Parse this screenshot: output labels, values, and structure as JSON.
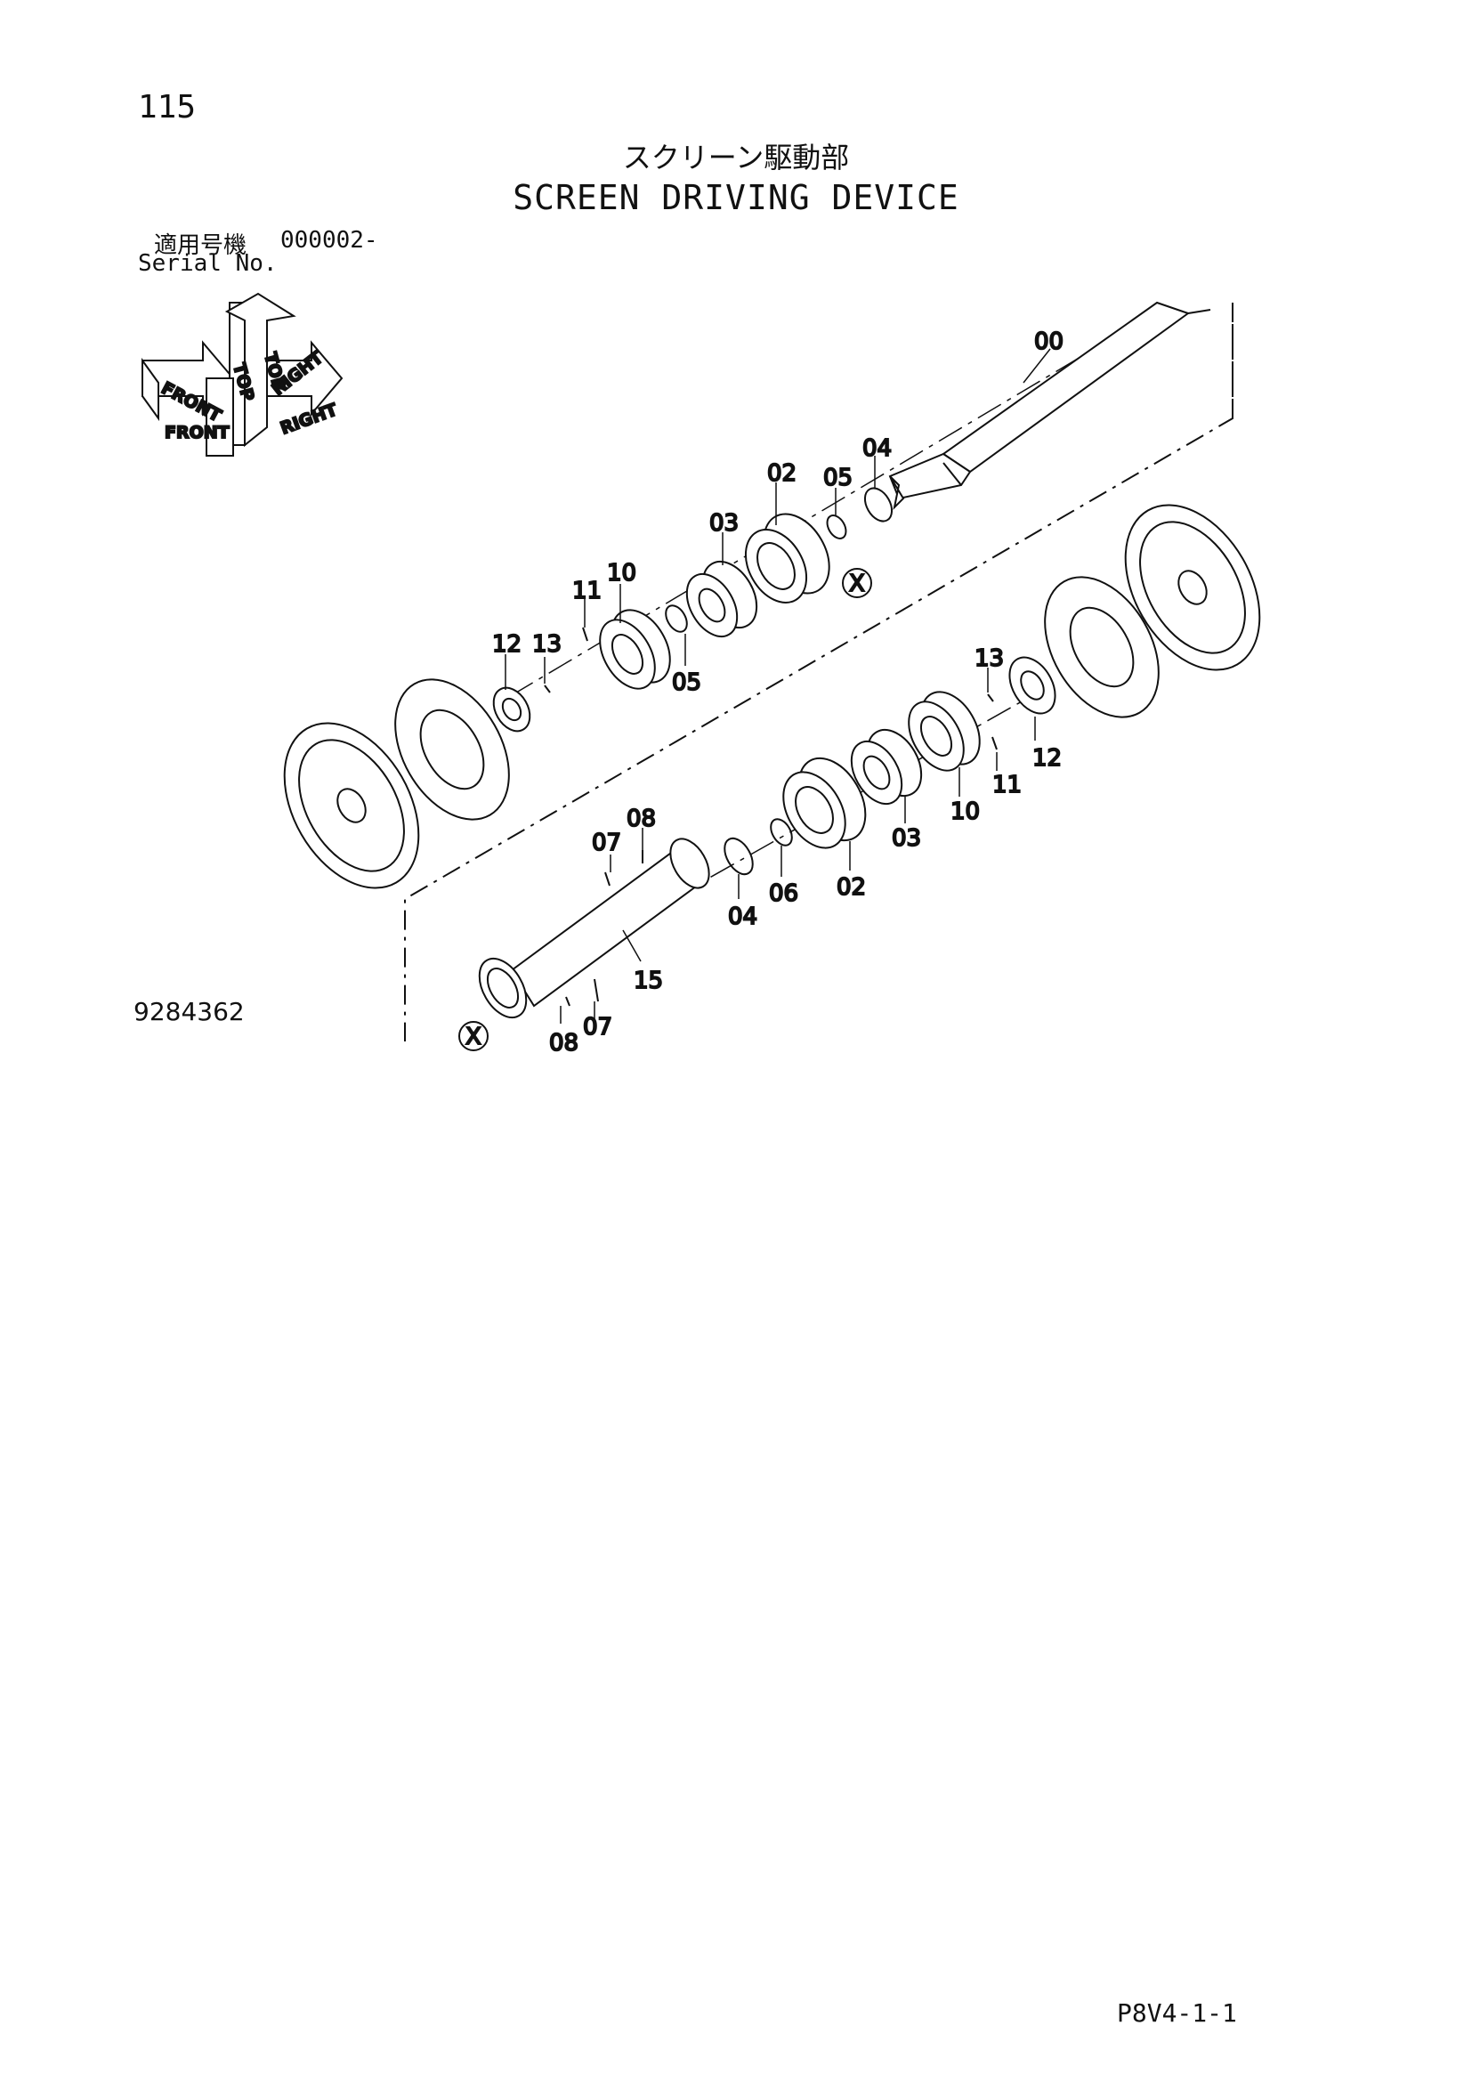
{
  "header": {
    "page_number": "115",
    "title_jp": "スクリーン駆動部",
    "title_en": "SCREEN DRIVING DEVICE",
    "serial_label_jp": "適用号機",
    "serial_value": "000002-",
    "serial_label_en": "Serial No."
  },
  "orientation": {
    "front": "FRONT",
    "top": "TOP",
    "right": "RIGHT"
  },
  "callouts": {
    "c00": "00",
    "c02a": "02",
    "c02b": "02",
    "c03a": "03",
    "c03b": "03",
    "c04a": "04",
    "c04b": "04",
    "c05a": "05",
    "c05b": "05",
    "c06": "06",
    "c07a": "07",
    "c07b": "07",
    "c08a": "08",
    "c08b": "08",
    "c10a": "10",
    "c10b": "10",
    "c11a": "11",
    "c11b": "11",
    "c12a": "12",
    "c12b": "12",
    "c13a": "13",
    "c13b": "13",
    "c15": "15",
    "ref_x1": "X",
    "ref_x2": "X"
  },
  "footer": {
    "drawing_number": "9284362",
    "page_code": "P8V4-1-1"
  }
}
